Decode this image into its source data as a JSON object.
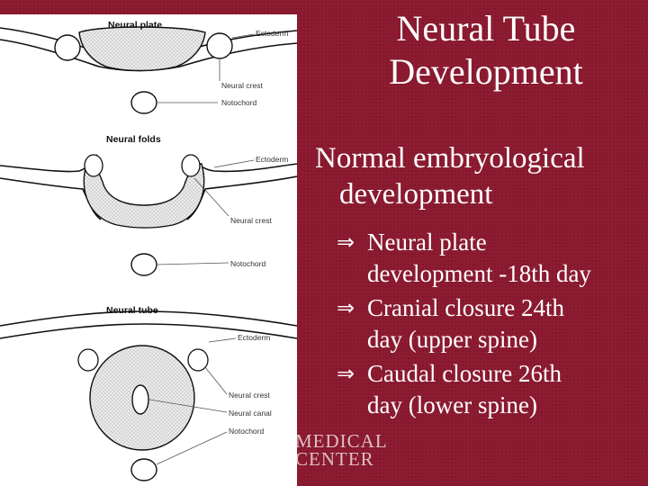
{
  "slide": {
    "title_lines": [
      "Neural Tube",
      "Development"
    ],
    "heading_lines": [
      "Normal embryological",
      "development"
    ],
    "bullets": [
      {
        "icon": "double-arrow-icon",
        "lines": [
          "Neural plate",
          "development -18th day"
        ]
      },
      {
        "icon": "double-arrow-icon",
        "lines": [
          "Cranial closure 24th",
          "day (upper spine)"
        ]
      },
      {
        "icon": "double-arrow-icon",
        "lines": [
          "Caudal closure 26th",
          "day (lower spine)"
        ]
      }
    ],
    "bullet_glyph": "⇒",
    "watermark_lines": [
      "MEDICAL",
      "CENTER"
    ],
    "colors": {
      "background": "#8d1b31",
      "text": "#ffffff",
      "panel": "#ffffff"
    }
  },
  "diagram": {
    "stages": [
      {
        "title": "Neural plate",
        "labels": [
          "Ectoderm",
          "Neural crest",
          "Notochord"
        ]
      },
      {
        "title": "Neural folds",
        "labels": [
          "Ectoderm",
          "Neural crest",
          "Notochord"
        ]
      },
      {
        "title": "Neural tube",
        "labels": [
          "Ectoderm",
          "Neural crest",
          "Neural canal",
          "Notochord"
        ]
      }
    ]
  }
}
